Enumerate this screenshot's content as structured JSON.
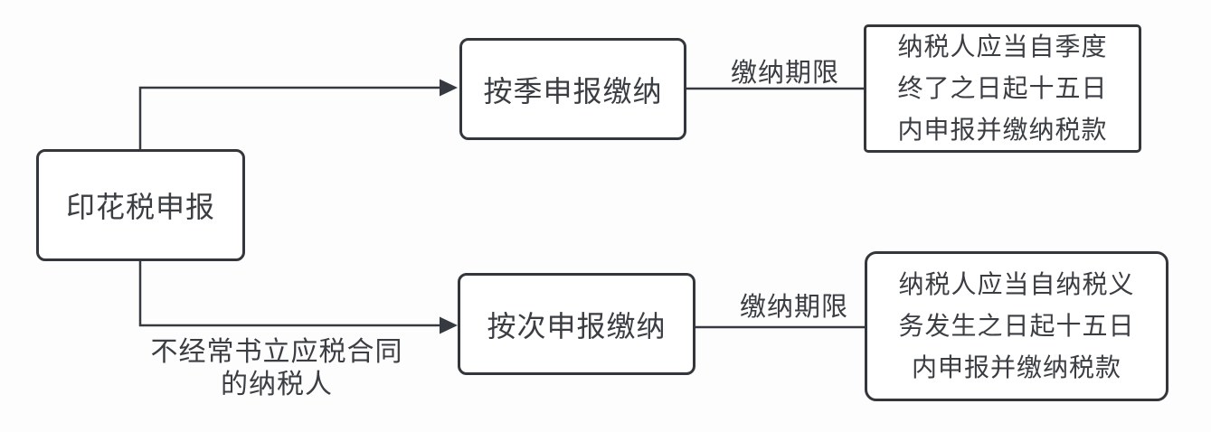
{
  "diagram": {
    "title_node": {
      "label": "印花税申报"
    },
    "branches": [
      {
        "node_label": "按季申报缴纳",
        "edge_label": "缴纳期限",
        "detail_lines": [
          "纳税人应当自季度",
          "终了之日起十五日",
          "内申报并缴纳税款"
        ]
      },
      {
        "node_label": "按次申报缴纳",
        "edge_label": "缴纳期限",
        "branch_condition_lines": [
          "不经常书立应税合同",
          "的纳税人"
        ],
        "detail_lines": [
          "纳税人应当自纳税义",
          "务发生之日起十五日",
          "内申报并缴纳税款"
        ]
      }
    ],
    "colors": {
      "stroke": "#33363b",
      "text": "#3a3d42",
      "background": "#fdfdfd",
      "node_fill": "#ffffff"
    }
  }
}
